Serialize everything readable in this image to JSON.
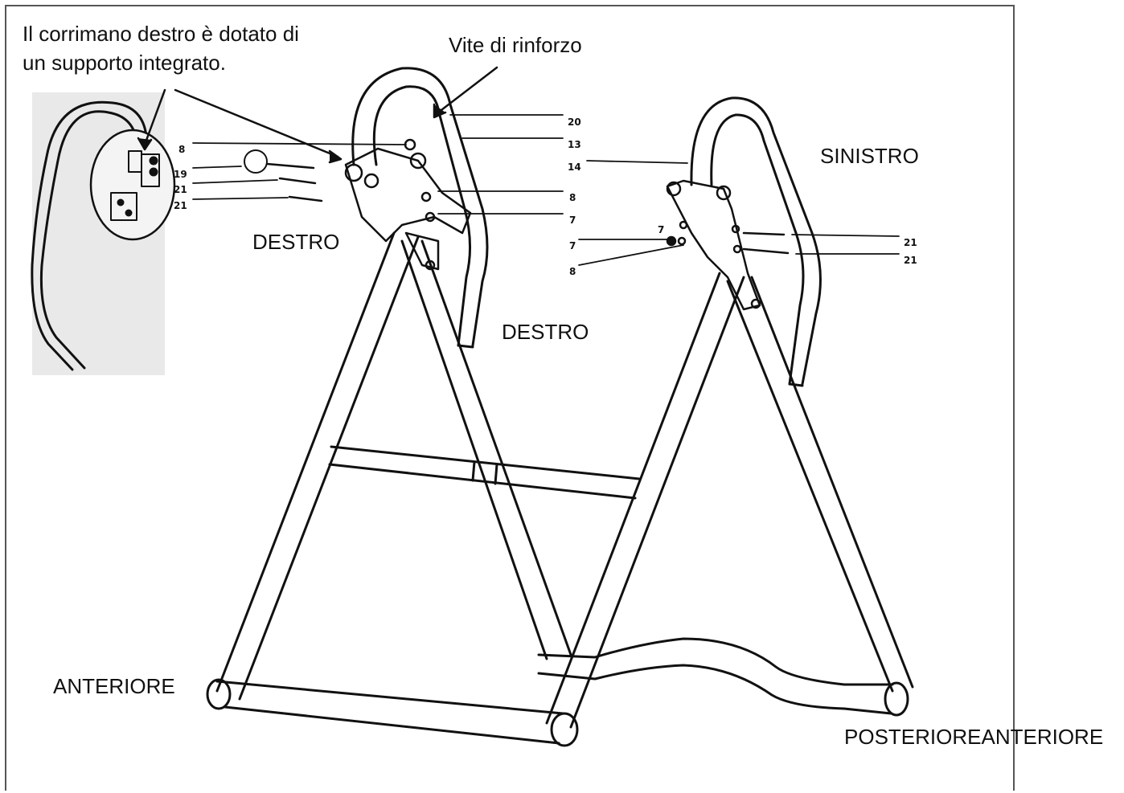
{
  "notes": {
    "handrail_line1": "Il corrimano destro è dotato di",
    "handrail_line2": "un supporto integrato.",
    "reinforcement_screw": "Vite di rinforzo"
  },
  "labels": {
    "destro_left": "DESTRO",
    "destro_right": "DESTRO",
    "sinistro": "SINISTRO",
    "anteriore": "ANTERIORE",
    "posteriore_anteriore": "POSTERIOREANTERIORE"
  },
  "parts_right": {
    "p20": "20",
    "p13": "13",
    "p8a": "8",
    "p19": "19",
    "p21a": "21",
    "p21b": "21",
    "p8b": "8",
    "p7": "7"
  },
  "parts_left": {
    "p14": "14",
    "p7a": "7",
    "p7b": "7",
    "p8": "8",
    "p21a": "21",
    "p21b": "21"
  }
}
